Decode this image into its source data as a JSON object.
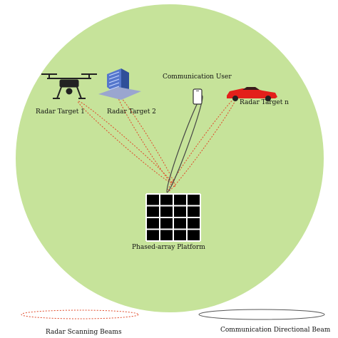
{
  "labels": {
    "communication_user": "Communication User",
    "radar_target_1": "Radar Target 1",
    "radar_target_2": "Radar Target 2",
    "radar_target_n": "Radar Target n",
    "platform": "Phased-array Platform"
  },
  "legend": {
    "radar": "Radar Scanning Beams",
    "comm": "Communication Directional Beam"
  },
  "colors": {
    "coverage": "#c6e39a",
    "radar_beam": "#e04a2a",
    "comm_beam": "#444444",
    "panel_cell": "#000000",
    "panel_grid": "#ffffff"
  },
  "icons": [
    "drone-icon",
    "building-icon",
    "smartphone-icon",
    "car-icon",
    "phased-array-panel-icon"
  ]
}
